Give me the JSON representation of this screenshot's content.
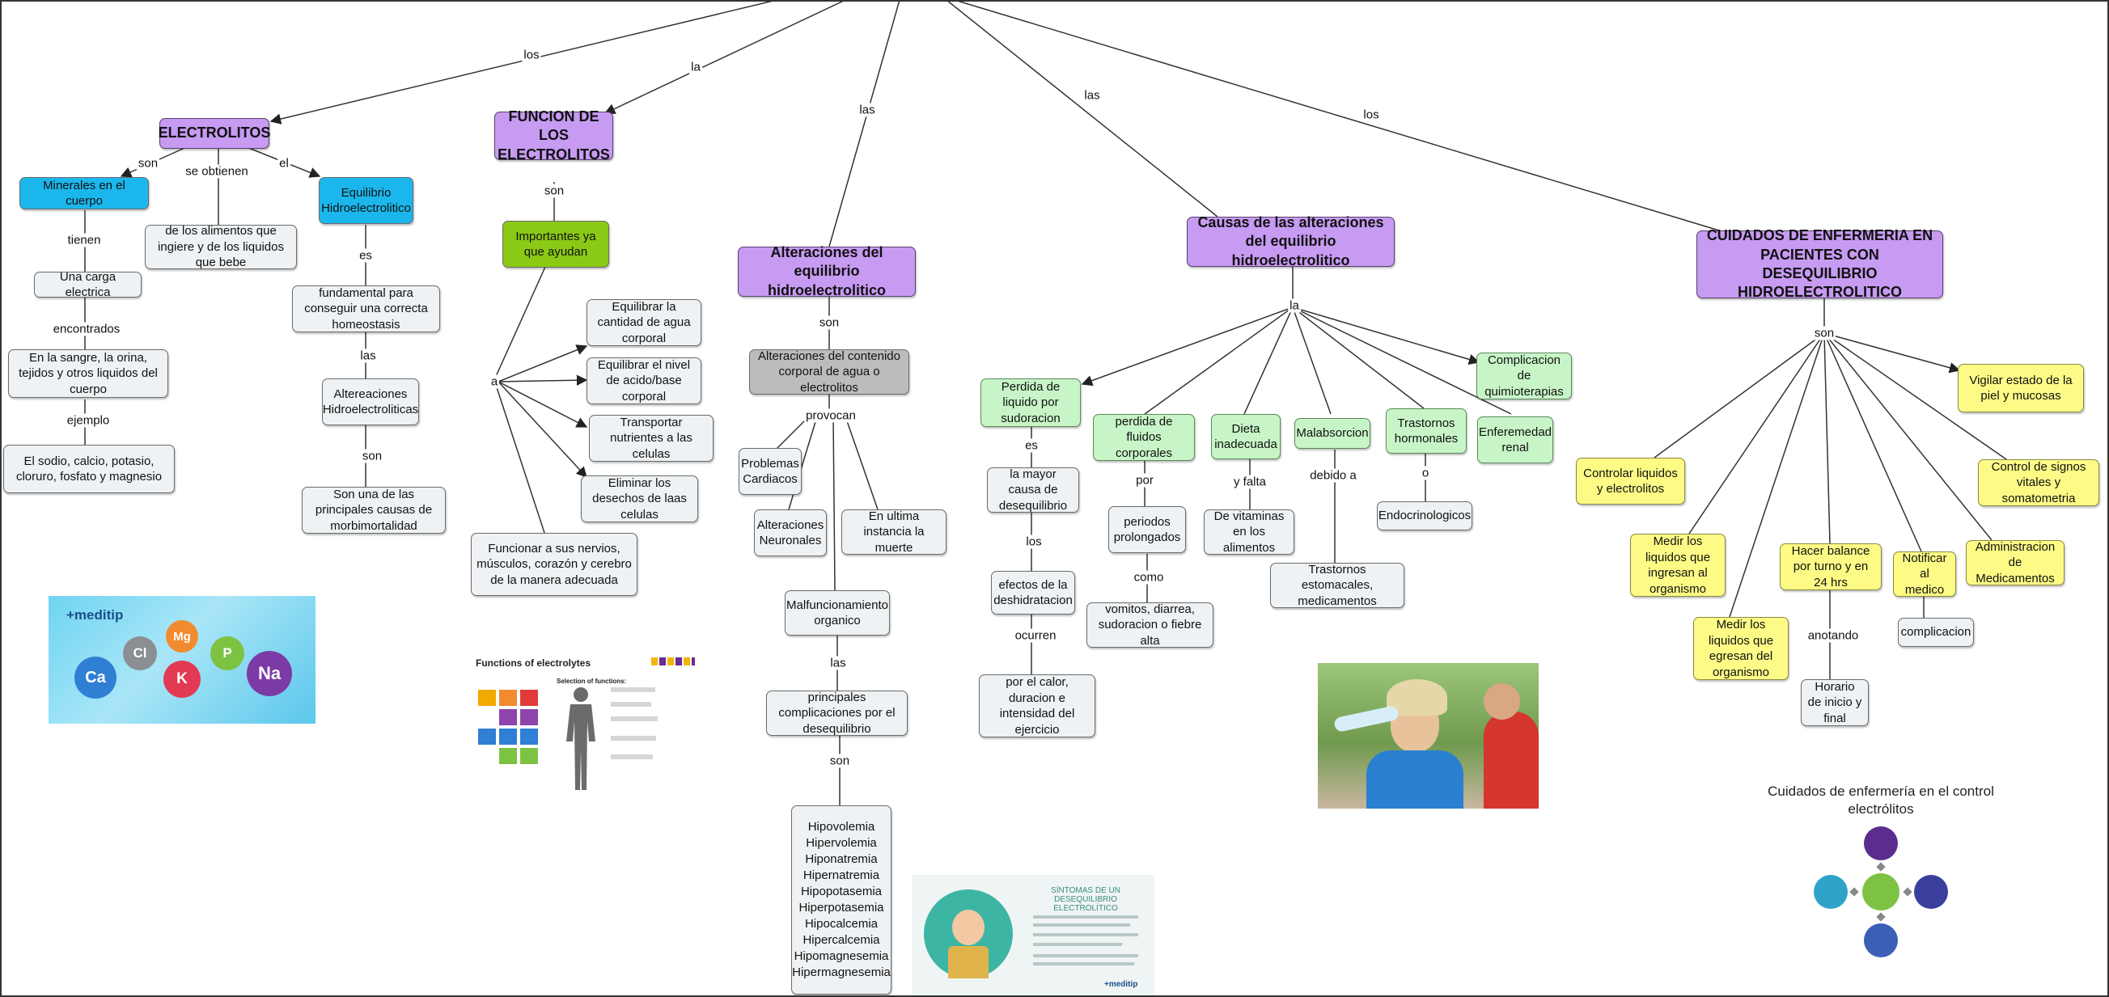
{
  "concept_map": {
    "main_topics": {
      "electrolitos": "ELECTROLITOS",
      "funcion": "FUNCION DE LOS ELECTROLITOS",
      "alteraciones": "Alteraciones del equilibrio hidroelectrolitico",
      "causas": "Causas de las alteraciones del equilibrio hidroelectrolitico",
      "cuidados": "CUIDADOS DE ENFERMERIA EN PACIENTES CON DESEQUILIBRIO HIDROELECTROLITICO"
    },
    "top_links": [
      "los",
      "la",
      "las",
      "las",
      "los"
    ],
    "electrolitos": {
      "link_son": "son",
      "link_se_obtienen": "se obtienen",
      "link_el": "el",
      "minerales": "Minerales en el cuerpo",
      "alimentos": "de los alimentos que ingiere y de los liquidos que bebe",
      "equilibrio": "Equilibrio Hidroelectrolitico",
      "link_tienen": "tienen",
      "carga": "Una carga electrica",
      "link_encontrados": "encontrados",
      "sangre": "En la sangre, la orina, tejidos y otros liquidos del cuerpo",
      "link_ejemplo": "ejemplo",
      "sodio": "El sodio, calcio, potasio, cloruro, fosfato y magnesio",
      "link_es": "es",
      "fundamental": "fundamental para conseguir una correcta homeostasis",
      "link_las": "las",
      "altereaciones": "Altereaciones Hidroelectroliticas",
      "link_son2": "son",
      "principales_causas": "Son una de las principales causas de morbimortalidad"
    },
    "funcion": {
      "link_son": "son",
      "importantes": "Importantes ya que ayudan",
      "link_a": "a",
      "equilibrar_agua": "Equilibrar la cantidad de agua corporal",
      "equilibrar_acido": "Equilibrar el nivel de acido/base corporal",
      "transportar": "Transportar nutrientes a las celulas",
      "eliminar": "Eliminar los desechos de laas celulas",
      "funcionar": "Funcionar a sus nervios, músculos, corazón y cerebro de la manera adecuada"
    },
    "alteraciones": {
      "link_son": "son",
      "contenido": "Alteraciones del contenido corporal de agua o electrolitos",
      "link_provocan": "provocan",
      "problemas": "Problemas Cardiacos",
      "neuronales": "Alteraciones Neuronales",
      "muerte": "En ultima instancia la muerte",
      "malfuncionamiento": "Malfuncionamiento organico",
      "link_las": "las",
      "complicaciones": "principales complicaciones por el desequilibrio",
      "link_son2": "son",
      "list": [
        "Hipovolemia",
        "Hipervolemia",
        "Hiponatremia",
        "Hipernatremia",
        "Hipopotasemia",
        "Hiperpotasemia",
        "Hipocalcemia",
        "Hipercalcemia",
        "Hipomagnesemia",
        "Hipermagnesemia"
      ]
    },
    "causas": {
      "link_la": "la",
      "perdida_sudoracion": "Perdida de liquido por sudoracion",
      "perdida_fluidos": "perdida de fluidos corporales",
      "dieta": "Dieta inadecuada",
      "malabsorcion": "Malabsorcion",
      "trastornos_hormonales": "Trastornos hormonales",
      "enfermedad_renal": "Enferemedad renal",
      "quimioterapias": "Complicacion de quimioterapias",
      "link_es": "es",
      "mayor_causa": "la mayor causa de desequilibrio",
      "link_los": "los",
      "efectos": "efectos de la deshidratacion",
      "link_ocurren": "ocurren",
      "calor": "por el calor, duracion e intensidad del ejercicio",
      "link_por": "por",
      "periodos": "periodos prolongados",
      "link_como": "como",
      "vomitos": "vomitos, diarrea, sudoracion o fiebre alta",
      "link_y_falta": "y falta",
      "vitaminas": "De vitaminas en los alimentos",
      "link_debido": "debido a",
      "trastornos_estomacales": "Trastornos estomacales, medicamentos",
      "link_o": "o",
      "endocrinologicos": "Endocrinologicos"
    },
    "cuidados": {
      "link_son": "son",
      "controlar_liquidos": "Controlar liquidos y electrolitos",
      "medir_ingresan": "Medir los liquidos que ingresan al organismo",
      "medir_egresan": "Medir los liquidos que egresan del organismo",
      "balance": "Hacer balance por turno y en 24 hrs",
      "link_anotando": "anotando",
      "horario": "Horario de inicio y final",
      "notificar": "Notificar al medico",
      "complicacion": "complicacion",
      "administracion": "Administracion de Medicamentos",
      "control_signos": "Control de signos vitales y somatometria",
      "vigilar": "Vigilar estado de la piel y mucosas"
    },
    "images": {
      "meditip_brand": "+meditip",
      "electrolyte_symbols": [
        "Mg",
        "Cl",
        "P",
        "Ca",
        "K",
        "Na"
      ],
      "functions_title": "Functions of electrolytes",
      "functions_subtitle": "Selection of functions:",
      "symptoms_title": "SÍNTOMAS DE UN DESEQUILIBRIO ELECTROLÍTICO",
      "cuidados_caption": "Cuidados de enfermería en el control electrólitos"
    }
  }
}
